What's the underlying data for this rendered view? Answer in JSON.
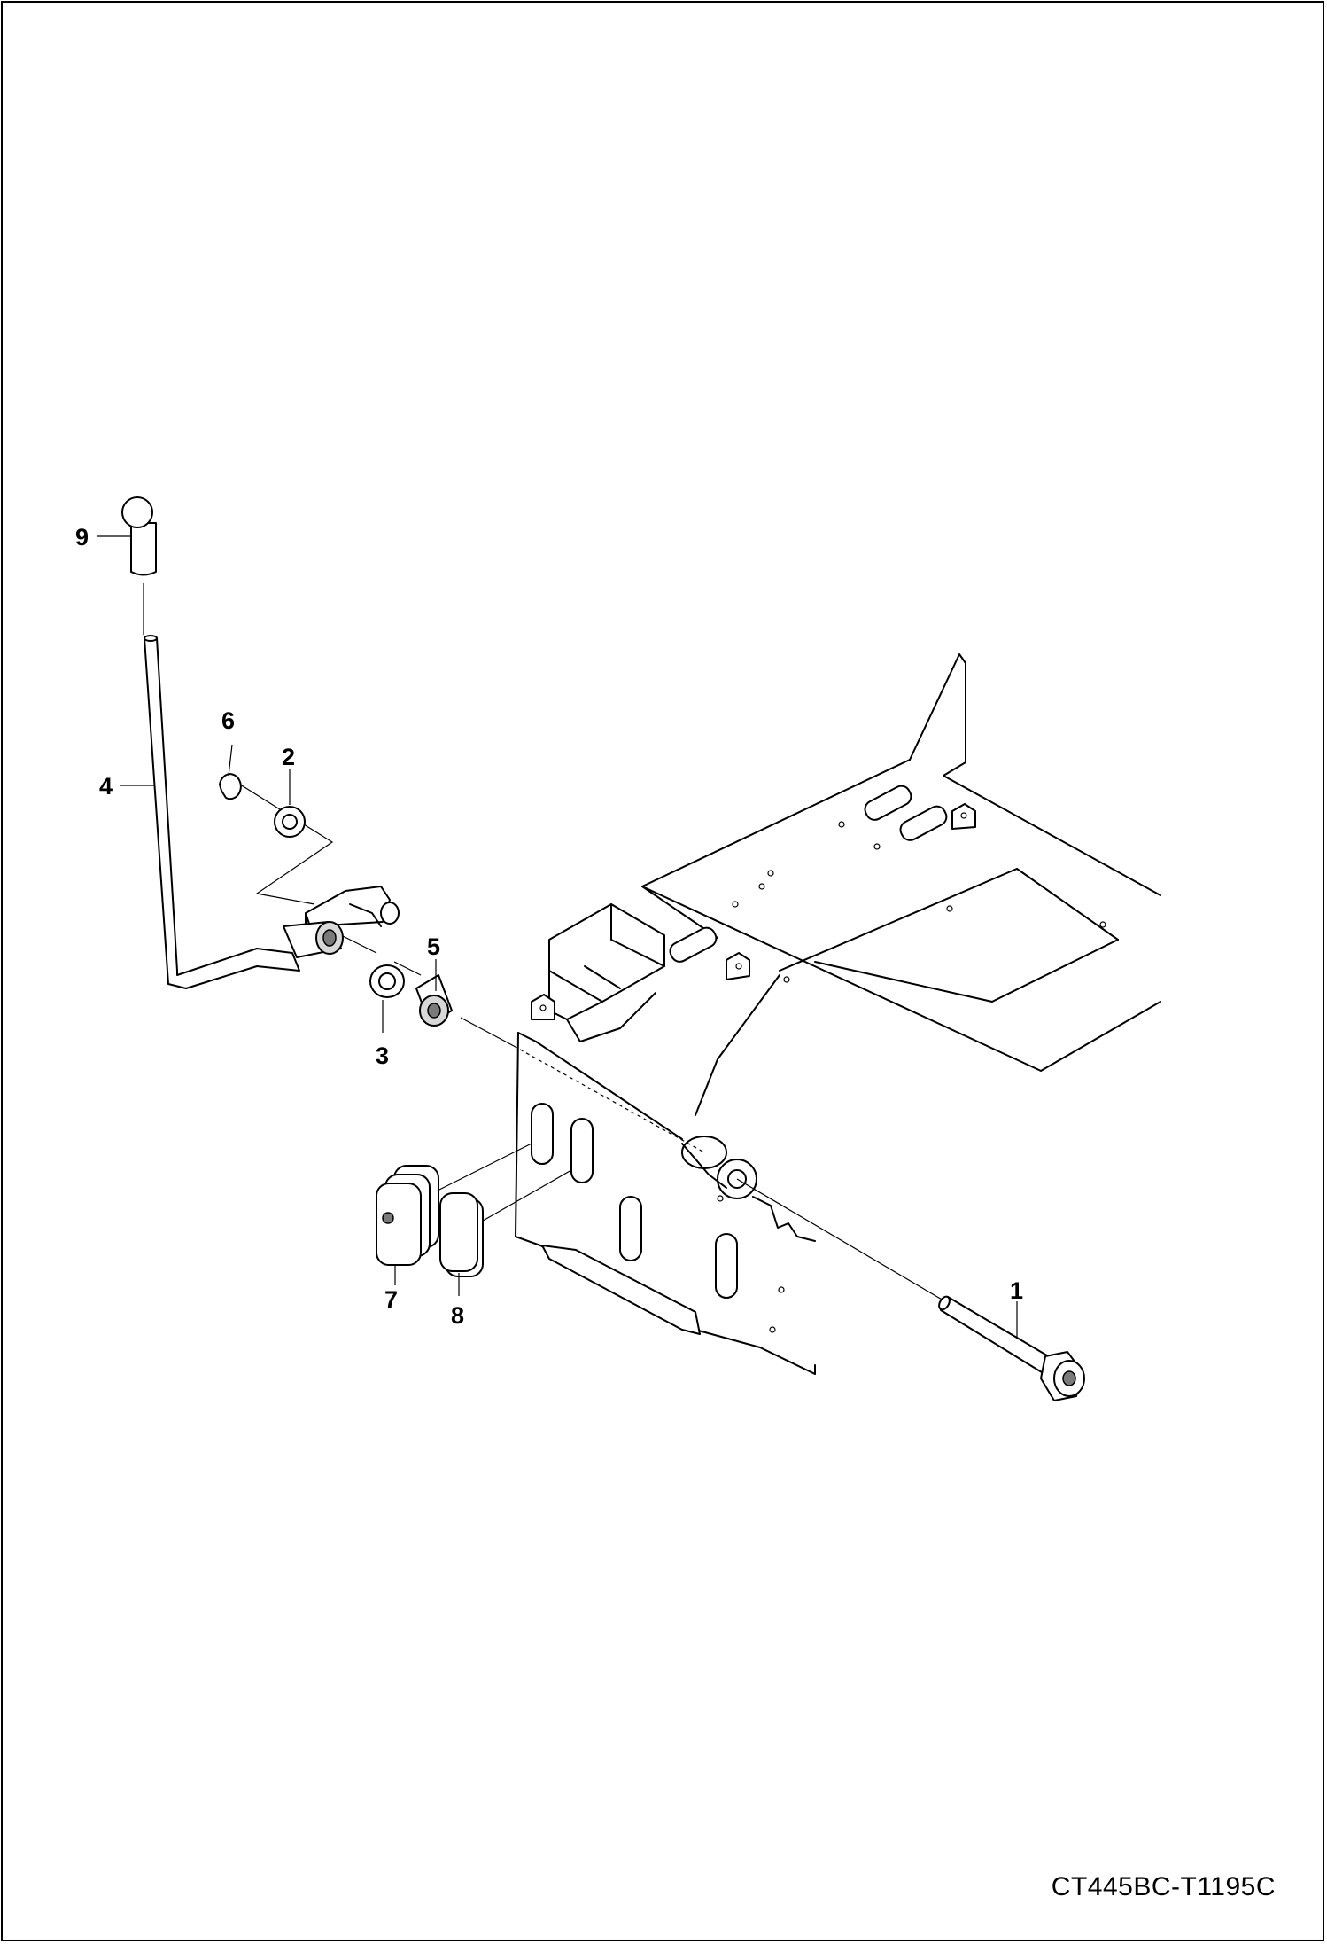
{
  "drawing": {
    "document_id": "CT445BC-T1195C"
  },
  "callouts": [
    {
      "number": "1",
      "part": "bolt"
    },
    {
      "number": "2",
      "part": "washer"
    },
    {
      "number": "3",
      "part": "washer"
    },
    {
      "number": "4",
      "part": "control lever"
    },
    {
      "number": "5",
      "part": "bushing"
    },
    {
      "number": "6",
      "part": "snap ring"
    },
    {
      "number": "7",
      "part": "grommet"
    },
    {
      "number": "8",
      "part": "plug"
    },
    {
      "number": "9",
      "part": "knob"
    }
  ]
}
